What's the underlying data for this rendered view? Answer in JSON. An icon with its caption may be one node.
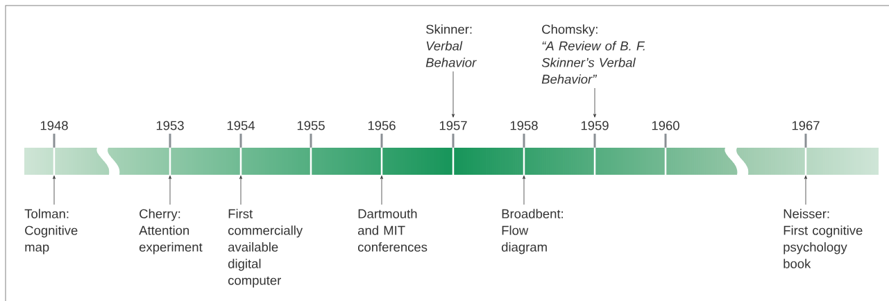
{
  "diagram": {
    "nodes": [
      {
        "text": [
          "Skinner:",
          "Verbal Behavior"
        ]
      },
      {
        "text": [
          "Chomsky:",
          "“A Review of B. F. Skinner’s Verbal Behavior”"
        ]
      },
      {
        "text": [
          "1948"
        ]
      },
      {
        "text": [
          "1953"
        ]
      },
      {
        "text": [
          "1954"
        ]
      },
      {
        "text": [
          "1955"
        ]
      },
      {
        "text": [
          "1956"
        ]
      },
      {
        "text": [
          "1957"
        ]
      },
      {
        "text": [
          "1958"
        ]
      },
      {
        "text": [
          "1959"
        ]
      },
      {
        "text": [
          "1960"
        ]
      },
      {
        "text": [
          "1967"
        ]
      },
      {
        "text": [],
        "shape": "bar"
      },
      {
        "text": [],
        "shape": "bar"
      },
      {
        "text": [],
        "shape": "bar"
      },
      {
        "text": [
          "Tolman:",
          "Cognitive map"
        ]
      },
      {
        "text": [
          "Cherry:",
          "Attention experiment"
        ]
      },
      {
        "text": [
          "First commercially available digital computer"
        ]
      },
      {
        "text": [
          "Dartmouth and MIT conferences"
        ]
      },
      {
        "text": [
          "Broadbent:",
          "Flow diagram"
        ]
      },
      {
        "text": [
          "Neisser:",
          "First cognitive psychology book"
        ]
      }
    ],
    "edges": [
      {
        "from": 0,
        "to": 7,
        "arrow": "to",
        "color": "#333333"
      },
      {
        "from": 1,
        "to": 9,
        "arrow": "to",
        "color": "#333333"
      },
      {
        "from": 2,
        "to": 12,
        "arrow": "none"
      },
      {
        "from": 3,
        "to": 13,
        "arrow": "none"
      },
      {
        "from": 4,
        "to": 13,
        "arrow": "none"
      },
      {
        "from": 5,
        "to": 13,
        "arrow": "none"
      },
      {
        "from": 6,
        "to": 13,
        "arrow": "none"
      },
      {
        "from": 7,
        "to": 13,
        "arrow": "none"
      },
      {
        "from": 8,
        "to": 13,
        "arrow": "none"
      },
      {
        "from": 9,
        "to": 13,
        "arrow": "none"
      },
      {
        "from": 10,
        "to": 13,
        "arrow": "none"
      },
      {
        "from": 11,
        "to": 14,
        "arrow": "none"
      },
      {
        "from": 15,
        "to": 12,
        "arrow": "to",
        "color": "#333333"
      },
      {
        "from": 16,
        "to": 13,
        "arrow": "to",
        "color": "#333333"
      },
      {
        "from": 17,
        "to": 13,
        "arrow": "to",
        "color": "#333333"
      },
      {
        "from": 18,
        "to": 13,
        "arrow": "to",
        "color": "#333333"
      },
      {
        "from": 19,
        "to": 13,
        "arrow": "to",
        "color": "#333333"
      },
      {
        "from": 20,
        "to": 14,
        "arrow": "to",
        "color": "#333333"
      }
    ]
  }
}
